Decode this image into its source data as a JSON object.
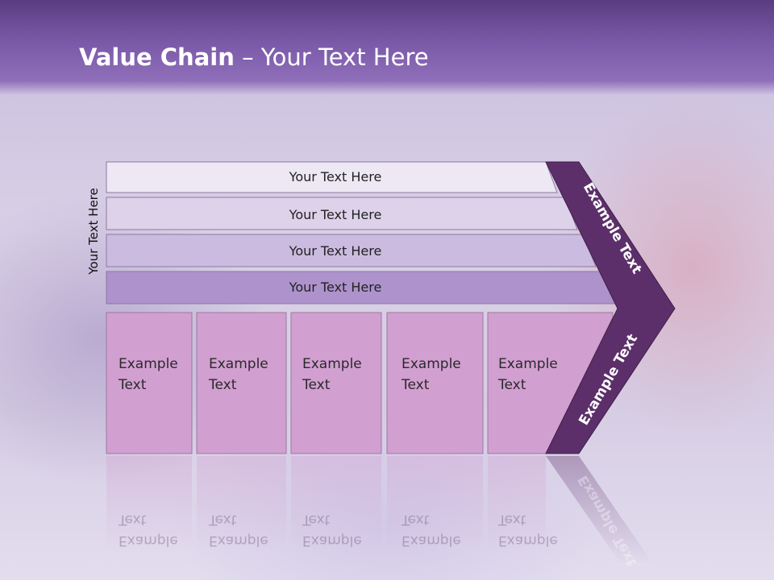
{
  "title": {
    "bold": "Value Chain",
    "rest": " – Your Text Here"
  },
  "side_label": "Your Text Here",
  "rows": [
    {
      "label": "Your Text Here",
      "color": "#ede8f4"
    },
    {
      "label": "Your Text Here",
      "color": "#ddd2ea"
    },
    {
      "label": "Your Text Here",
      "color": "#ccbbe0"
    },
    {
      "label": "Your Text Here",
      "color": "#ad92cc"
    }
  ],
  "cells": [
    {
      "line1": "Example",
      "line2": "Text"
    },
    {
      "line1": "Example",
      "line2": "Text"
    },
    {
      "line1": "Example",
      "line2": "Text"
    },
    {
      "line1": "Example",
      "line2": "Text"
    },
    {
      "line1": "Example",
      "line2": "Text"
    }
  ],
  "chevron": {
    "top_label": "Example Text",
    "bottom_label": "Example Text",
    "color": "#5c2f6a"
  },
  "cell_color": "#d29fd1"
}
